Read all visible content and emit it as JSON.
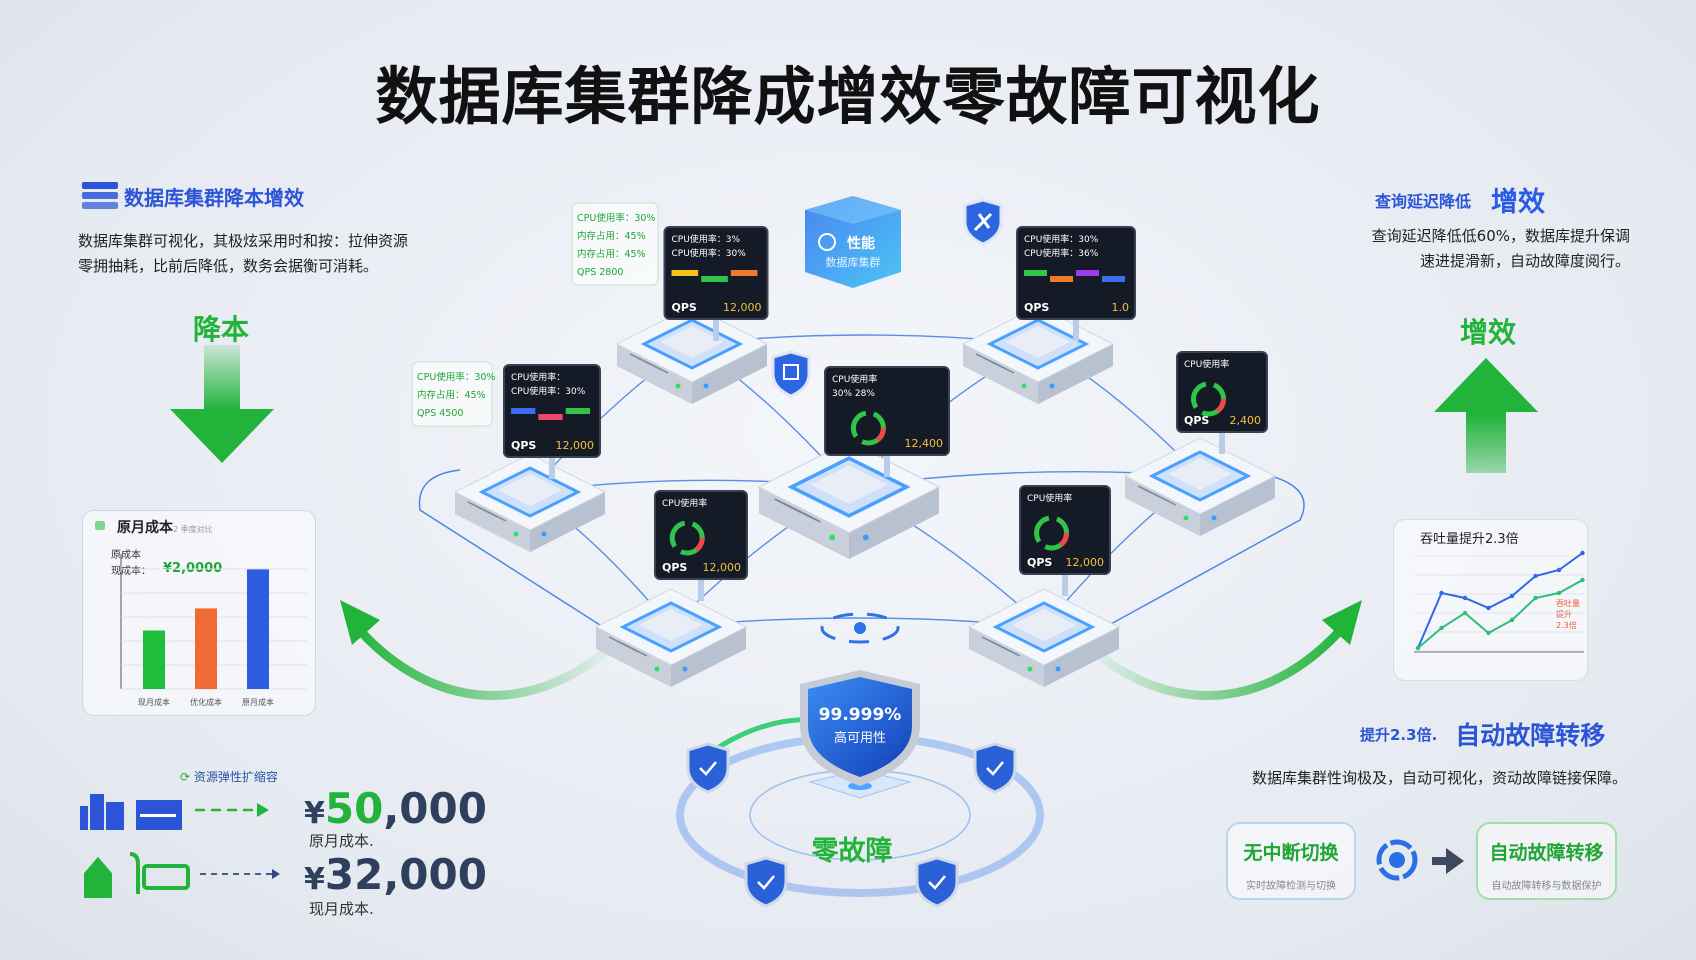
{
  "title": "数据库集群降成增效零故障可视化",
  "colors": {
    "green": "#22b43a",
    "blue": "#2b55d6",
    "orange": "#f06a35",
    "dark_panel": "#141a26"
  },
  "left": {
    "header": "数据库集群降本增效",
    "header_icon": "database-stack-icon",
    "paragraph": [
      "数据库集群可视化，其极炫采用时和按：拉伸资源",
      "零拥抽耗，比前后降低，数务会据衡可消耗。"
    ],
    "reduce_label": "降本",
    "arrow_icon": "arrow-down-icon",
    "bar_chart": {
      "title": "原月成本",
      "title_suffix": "2 季度对比",
      "legend": [
        "原成本",
        "现成本："
      ],
      "value_label": "¥2,0000",
      "bars": [
        {
          "label": "现月成本",
          "color": "#1fbf3a",
          "fraction": 0.45
        },
        {
          "label": "优化成本",
          "color": "#f06a35",
          "fraction": 0.62
        },
        {
          "label": "原月成本",
          "color": "#2f5de0",
          "fraction": 0.92
        }
      ]
    },
    "resource_label": "资源弹性扩缩容",
    "cost_before": {
      "currency": "¥",
      "value_green": "50",
      "value_rest": ",000",
      "label": "原月成本."
    },
    "cost_after": {
      "currency": "¥",
      "value": "32,000",
      "label": "现月成本."
    }
  },
  "right": {
    "header_small": "查询延迟降低",
    "header_big": "增效",
    "paragraph": [
      "查询延迟降低低60%，数据库提升保调",
      "速进提滑新，自动故障度阅行。"
    ],
    "increase_label": "增效",
    "arrow_icon": "arrow-right-icon",
    "line_chart": {
      "title": "吞吐量提升2.3倍",
      "annotation": [
        "吞吐量提升",
        "2.3倍"
      ],
      "series": [
        {
          "color": "#2f68e8",
          "values": [
            0,
            0.55,
            0.5,
            0.4,
            0.52,
            0.72,
            0.78,
            0.95
          ]
        },
        {
          "color": "#2fbf7a",
          "values": [
            0,
            0.2,
            0.35,
            0.15,
            0.28,
            0.5,
            0.55,
            0.68
          ]
        }
      ]
    },
    "header2_small": "提升2.3倍.",
    "header2_big": "自动故障转移",
    "paragraph2": "数据库集群性询极及，自动可视化，资动故障链接保障。",
    "box_left": {
      "title": "无中断切换",
      "sub": "实时故障检测与切换"
    },
    "box_right": {
      "title": "自动故障转移",
      "sub": "自动故障转移与数据保护"
    },
    "sync_icon": "sync-circle-icon"
  },
  "center": {
    "cube_label": [
      "性能",
      "数据库集群"
    ],
    "shield_value": "99.999%",
    "shield_label": "高可用性",
    "zero_fault": "零故障",
    "side_labels": [
      [
        "CPU使用率：30%",
        "内存占用：45%",
        "内存占用：45%",
        "QPS  2800"
      ],
      [
        "CPU使用率：30%",
        "内存占用：45%",
        "QPS  4500"
      ]
    ],
    "monitors": [
      {
        "lines": [
          "CPU使用率：3%",
          "CPU使用率：30%"
        ],
        "qps": "QPS",
        "qps_value": "12,000"
      },
      {
        "lines": [
          "CPU使用率：30%",
          "CPU使用率：36%"
        ],
        "qps": "QPS",
        "qps_value": "1.0"
      },
      {
        "lines": [
          "CPU使用率：",
          "CPU使用率：30%"
        ],
        "qps": "QPS",
        "qps_value": "12,000"
      },
      {
        "lines": [
          "CPU使用率",
          "30%  28%"
        ],
        "qps": "",
        "qps_value": "12,400"
      },
      {
        "lines": [
          "CPU使用率"
        ],
        "qps": "QPS",
        "qps_value": "2,400"
      },
      {
        "lines": [
          "CPU使用率"
        ],
        "qps": "QPS",
        "qps_value": "12,000"
      },
      {
        "lines": [
          "CPU使用率"
        ],
        "qps": "QPS",
        "qps_value": "12,000"
      }
    ]
  }
}
